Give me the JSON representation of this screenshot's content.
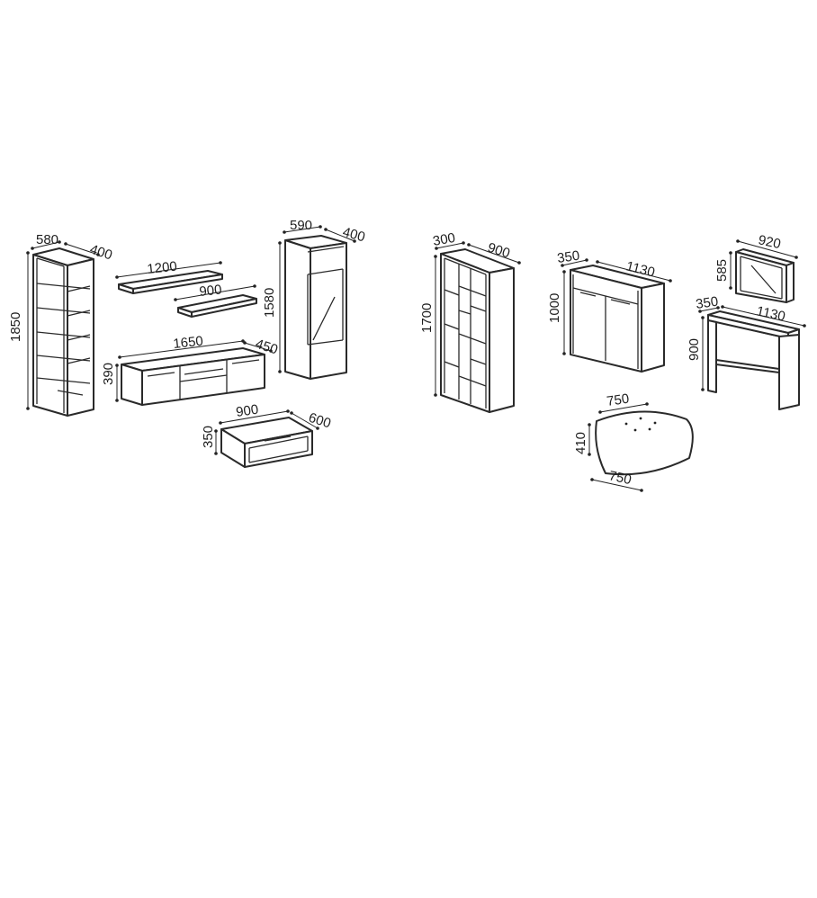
{
  "dimensions": {
    "bookcase_tall": {
      "width": "580",
      "depth": "400",
      "height": "1850"
    },
    "shelf_long": {
      "length": "1200"
    },
    "shelf_short": {
      "length": "900"
    },
    "vitrine": {
      "width": "590",
      "depth": "400",
      "height": "1580"
    },
    "tv_unit": {
      "width": "1650",
      "depth": "450",
      "height": "390"
    },
    "coffee_table": {
      "width": "900",
      "depth": "600",
      "height": "350"
    },
    "open_bookcase": {
      "depth": "300",
      "width": "900",
      "height": "1700"
    },
    "sideboard": {
      "depth": "350",
      "width": "1130",
      "height": "1000"
    },
    "mirror": {
      "width": "920",
      "height": "585"
    },
    "console": {
      "depth": "350",
      "width": "1130",
      "height": "900"
    },
    "pouf": {
      "width": "750",
      "depth": "750",
      "height": "410"
    }
  },
  "colors": {
    "line": "#2a2a2a",
    "background": "#ffffff"
  }
}
